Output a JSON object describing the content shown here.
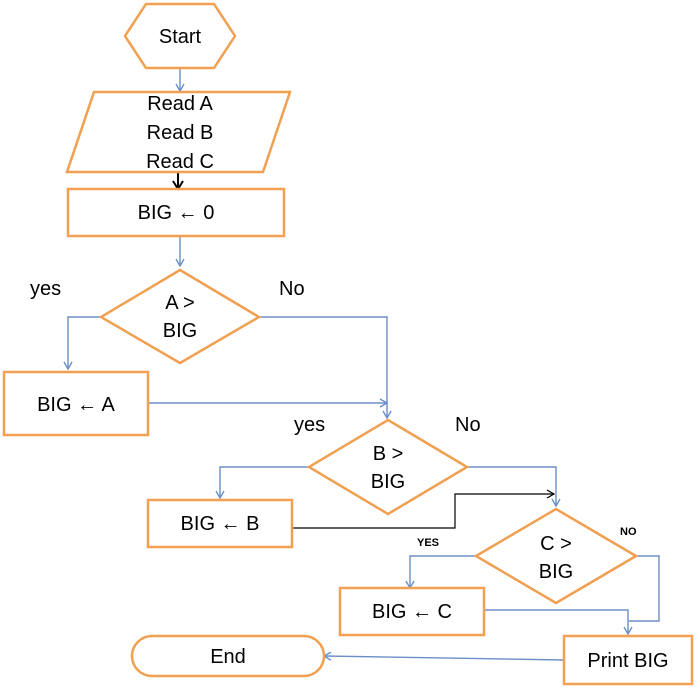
{
  "nodes": {
    "start": "Start",
    "read_a": "Read A",
    "read_b": "Read B",
    "read_c": "Read C",
    "init": "BIG ← 0",
    "cond_a_line1": "A >",
    "cond_a_line2": "BIG",
    "assign_a": "BIG ← A",
    "cond_b_line1": "B >",
    "cond_b_line2": "BIG",
    "assign_b": "BIG ← B",
    "cond_c_line1": "C >",
    "cond_c_line2": "BIG",
    "assign_c": "BIG ← C",
    "print": "Print BIG",
    "end": "End"
  },
  "edge_labels": {
    "a_yes": "yes",
    "a_no": "No",
    "b_yes": "yes",
    "b_no": "No",
    "c_yes": "YES",
    "c_no": "NO"
  },
  "colors": {
    "shape_stroke": "#f0a050",
    "connector": "#6a8fc8"
  }
}
